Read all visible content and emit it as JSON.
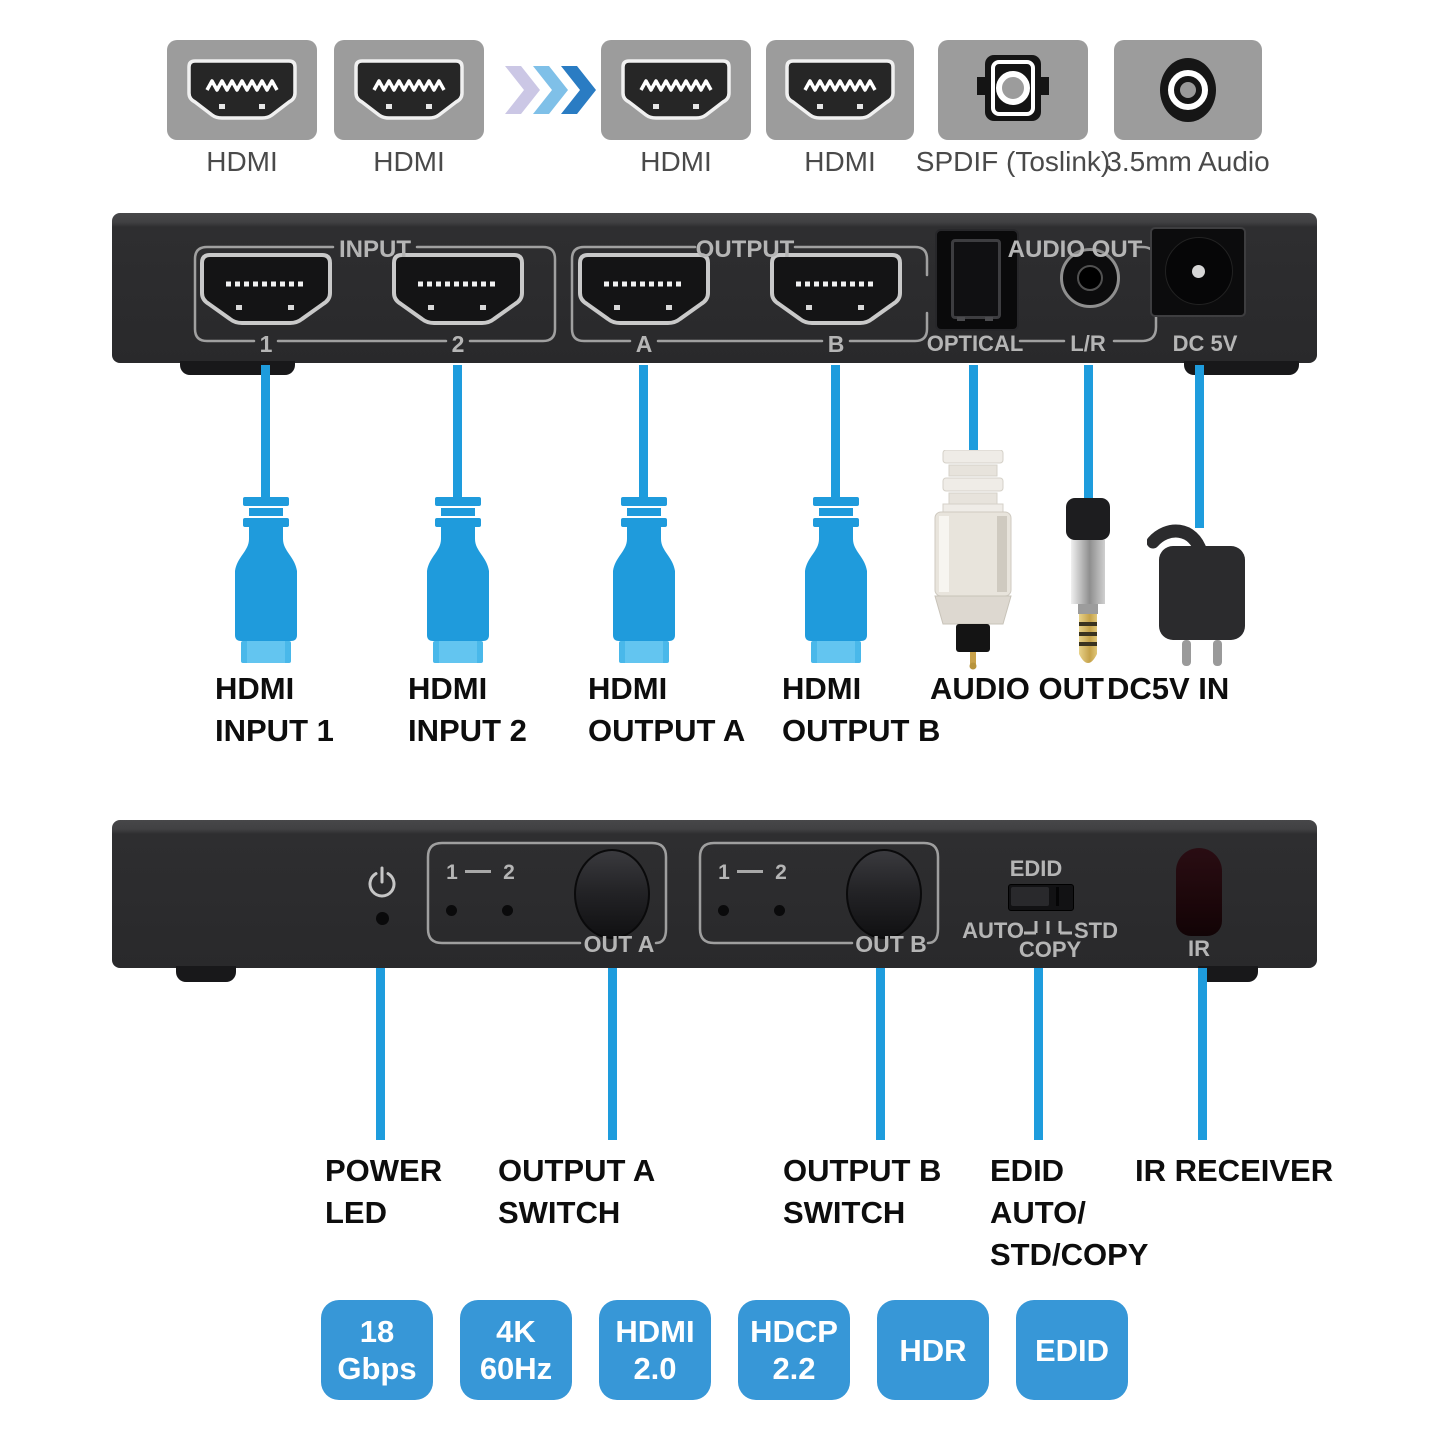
{
  "top_row": {
    "labels": [
      "HDMI",
      "HDMI",
      "HDMI",
      "HDMI",
      "SPDIF (Toslink)",
      "3.5mm Audio"
    ]
  },
  "back_panel": {
    "input_group_label": "INPUT",
    "output_group_label": "OUTPUT",
    "audio_group_label": "AUDIO OUT",
    "port1": "1",
    "port2": "2",
    "portA": "A",
    "portB": "B",
    "optical_label": "OPTICAL",
    "lr_label": "L/R",
    "dc_label": "DC 5V"
  },
  "cable_callouts": [
    {
      "line1": "HDMI",
      "line2": "INPUT 1"
    },
    {
      "line1": "HDMI",
      "line2": "INPUT 2"
    },
    {
      "line1": "HDMI",
      "line2": "OUTPUT A"
    },
    {
      "line1": "HDMI",
      "line2": "OUTPUT B"
    },
    {
      "line1": "AUDIO OUT",
      "line2": ""
    },
    {
      "line1": "DC5V IN",
      "line2": ""
    }
  ],
  "front_panel": {
    "out_a": {
      "num_left": "1",
      "num_right": "2",
      "label": "OUT A"
    },
    "out_b": {
      "num_left": "1",
      "num_right": "2",
      "label": "OUT B"
    },
    "edid_title": "EDID",
    "edid_left": "AUTO",
    "edid_right": "STD",
    "edid_below": "COPY",
    "ir_label": "IR"
  },
  "front_callouts": [
    {
      "line1": "POWER",
      "line2": "LED",
      "line3": ""
    },
    {
      "line1": "OUTPUT A",
      "line2": "SWITCH",
      "line3": ""
    },
    {
      "line1": "OUTPUT B",
      "line2": "SWITCH",
      "line3": ""
    },
    {
      "line1": "EDID",
      "line2": "AUTO/",
      "line3": "STD/COPY"
    },
    {
      "line1": "IR RECEIVER",
      "line2": "",
      "line3": ""
    }
  ],
  "badges": [
    {
      "line1": "18",
      "line2": "Gbps"
    },
    {
      "line1": "4K",
      "line2": "60Hz"
    },
    {
      "line1": "HDMI",
      "line2": "2.0"
    },
    {
      "line1": "HDCP",
      "line2": "2.2"
    },
    {
      "line1": "HDR",
      "line2": ""
    },
    {
      "line1": "EDID",
      "line2": ""
    }
  ],
  "icons": {
    "hdmi_port": "hdmi-port-icon",
    "spdif": "spdif-toslink-icon",
    "audio_35mm": "3-5mm-audio-jack-icon",
    "arrow": "triple-chevron-right-icon",
    "power": "power-icon",
    "ir": "ir-receiver-window"
  },
  "colors": {
    "cable_blue": "#1e9cdd",
    "hdmi_plug_tip": "#49b8ea",
    "badge_blue": "#3797d7",
    "panel_dark": "#2e2e30",
    "panel_text": "#b5b5b5",
    "icon_gray": "#9c9c9c"
  }
}
